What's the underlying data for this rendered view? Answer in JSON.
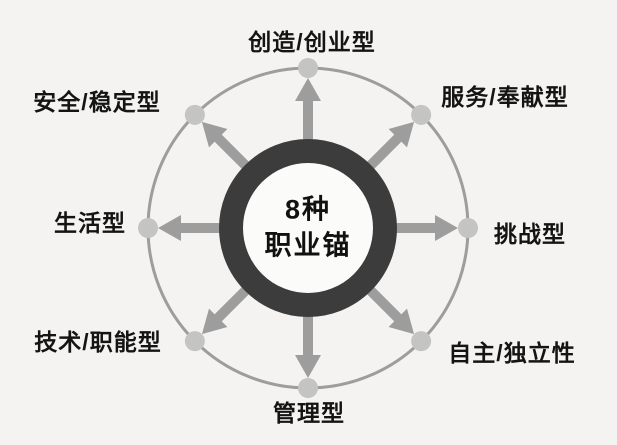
{
  "diagram": {
    "center": {
      "line1": "8种",
      "line2": "职业锚"
    },
    "labels": {
      "top": "创造/创业型",
      "top_right": "服务/奉献型",
      "right": "挑战型",
      "bottom_right": "自主/独立性",
      "bottom": "管理型",
      "bottom_left": "技术/职能型",
      "left": "生活型",
      "top_left": "安全/稳定型"
    },
    "colors": {
      "background": "#f4f3f1",
      "ring": "#3c3c3c",
      "ring_fill": "#fbfbfa",
      "arrow": "#9d9d9d",
      "outer_circle": "#9d9d9d",
      "dot": "#c4c4c3",
      "text": "#141414"
    }
  }
}
